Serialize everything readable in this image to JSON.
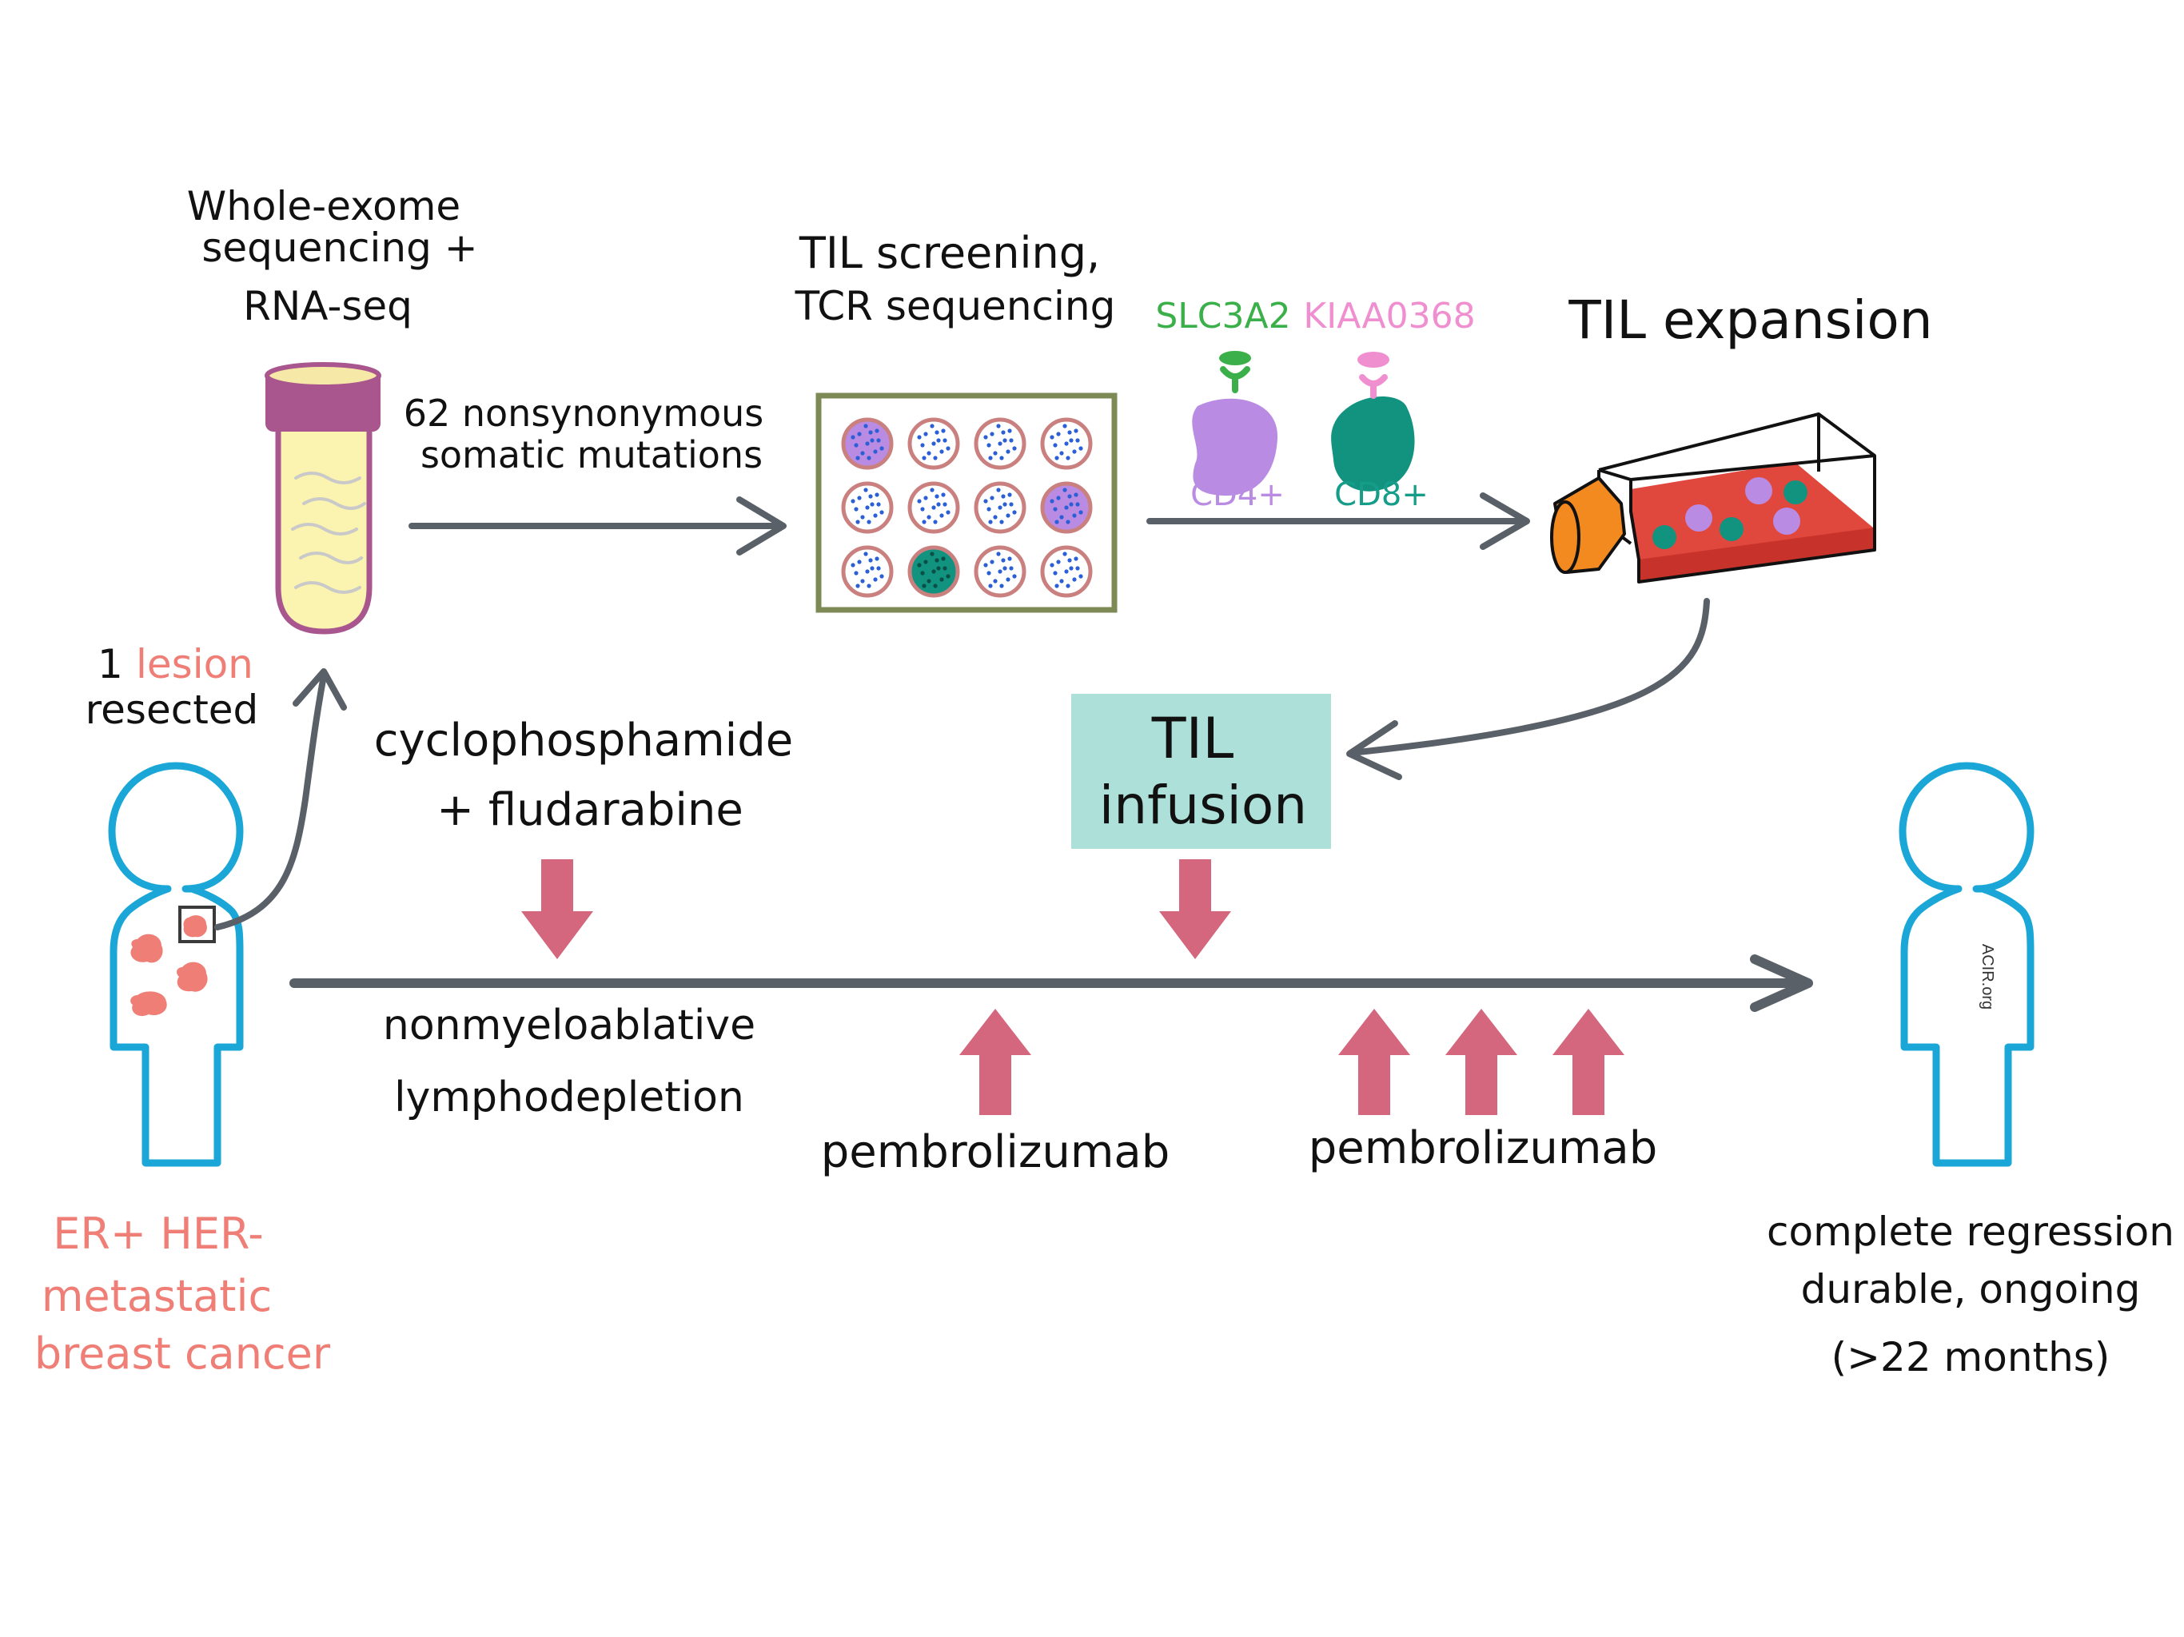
{
  "labels": {
    "sequencing_line1": "Whole-exome",
    "sequencing_line2": "sequencing +",
    "sequencing_line3": "RNA-seq",
    "mutations_line1": "62 nonsynonymous",
    "mutations_line2": "somatic mutations",
    "screening_line1": "TIL screening,",
    "screening_line2": "TCR sequencing",
    "gene_cd4": "SLC3A2",
    "gene_cd8": "KIAA0368",
    "cd4": "CD4+",
    "cd8": "CD8+",
    "expansion": "TIL expansion",
    "infusion_line1": "TIL",
    "infusion_line2": "infusion",
    "lesion_count": "1",
    "lesion_word": "lesion",
    "resected": "resected",
    "chemo_line1": "cyclophosphamide",
    "chemo_line2": "+ fludarabine",
    "lympho_line1": "nonmyeloablative",
    "lympho_line2": "lymphodepletion",
    "pembro_1": "pembrolizumab",
    "pembro_2": "pembrolizumab",
    "patient_line1": "ER+ HER-",
    "patient_line2": "metastatic",
    "patient_line3": "breast cancer",
    "outcome_line1": "complete regression",
    "outcome_line2": "durable, ongoing",
    "outcome_line3": "(>22 months)",
    "credit": "ACIR.org"
  },
  "plate_wells": [
    [
      "purple",
      "dots",
      "dots",
      "dots"
    ],
    [
      "dots",
      "dots",
      "dots",
      "purple"
    ],
    [
      "dots",
      "teal",
      "dots",
      "dots"
    ]
  ],
  "colors": {
    "arrow_gray": "#5a6068",
    "pink_arrow": "#d4667d",
    "person_outline": "#1aa6d6",
    "tumor": "#ef7f76",
    "tube_cap": "#a9568e",
    "tube_body": "#fbf3b0",
    "plate_border": "#7d8a55",
    "well_ring": "#c9807f",
    "well_dots": "#2b5fd6",
    "cd4_cell": "#b98be3",
    "cd8_cell": "#119380",
    "flask_media": "#e0473d",
    "flask_cap": "#f38a1f",
    "infusion_box": "#ace0d9"
  }
}
